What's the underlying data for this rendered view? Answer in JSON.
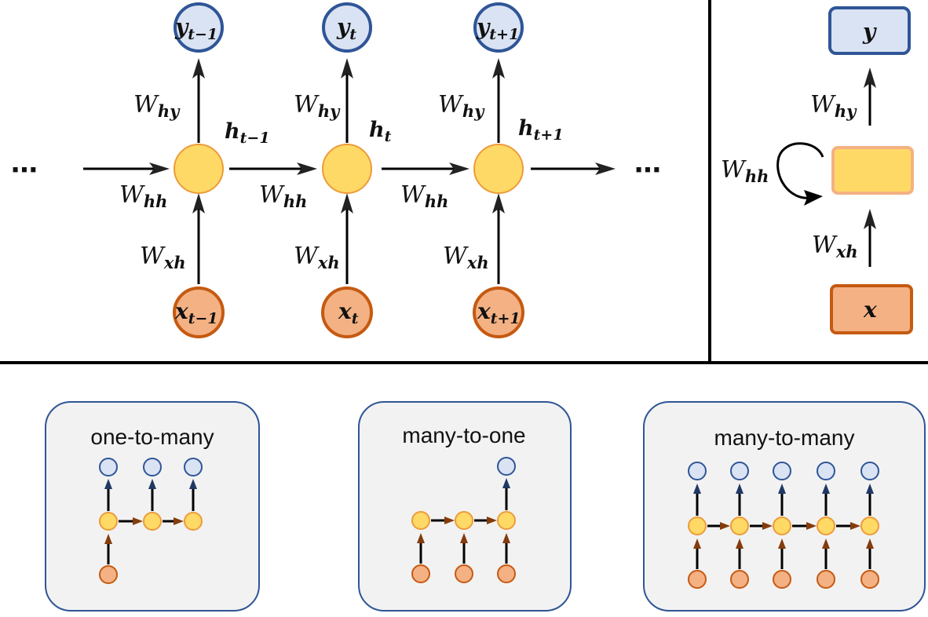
{
  "unrolled": {
    "outputs": [
      {
        "var": "y",
        "sub": "t−1"
      },
      {
        "var": "y",
        "sub": "t"
      },
      {
        "var": "y",
        "sub": "t+1"
      }
    ],
    "hidden": [
      {
        "var": "h",
        "sub": "t−1"
      },
      {
        "var": "h",
        "sub": "t"
      },
      {
        "var": "h",
        "sub": "t+1"
      }
    ],
    "inputs": [
      {
        "var": "x",
        "sub": "t−1"
      },
      {
        "var": "x",
        "sub": "t"
      },
      {
        "var": "x",
        "sub": "t+1"
      }
    ],
    "w_hy": {
      "base": "W",
      "sub": "hy"
    },
    "w_xh": {
      "base": "W",
      "sub": "xh"
    },
    "w_hh": {
      "base": "W",
      "sub": "hh"
    },
    "ellipsis_left": "⋯",
    "ellipsis_right": "⋯"
  },
  "folded": {
    "output": "y",
    "input": "x",
    "w_hy": {
      "base": "W",
      "sub": "hy"
    },
    "w_xh": {
      "base": "W",
      "sub": "xh"
    },
    "w_hh": {
      "base": "W",
      "sub": "hh"
    }
  },
  "panels": [
    {
      "title": "one-to-many"
    },
    {
      "title": "many-to-one"
    },
    {
      "title": "many-to-many"
    }
  ],
  "colors": {
    "output_fill": "#dae3f3",
    "output_stroke": "#2f5597",
    "hidden_fill": "#ffd966",
    "hidden_stroke": "#ed9b3a",
    "input_fill": "#f4b183",
    "input_stroke": "#c55a11",
    "panel_fill": "#f2f2f2",
    "panel_stroke": "#2f5597"
  }
}
